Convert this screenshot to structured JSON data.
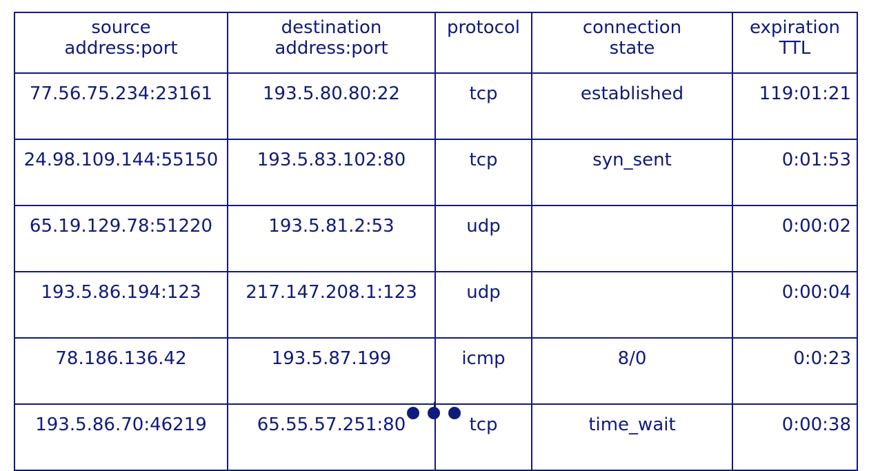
{
  "headers": [
    [
      "source",
      "address:port"
    ],
    [
      "destination",
      "address:port"
    ],
    [
      "protocol",
      ""
    ],
    [
      "connection",
      "state"
    ],
    [
      "expiration",
      "TTL"
    ]
  ],
  "rows": [
    [
      "77.56.75.234:23161",
      "193.5.80.80:22",
      "tcp",
      "established",
      "119:01:21"
    ],
    [
      "24.98.109.144:55150",
      "193.5.83.102:80",
      "tcp",
      "syn_sent",
      "0:01:53"
    ],
    [
      "65.19.129.78:51220",
      "193.5.81.2:53",
      "udp",
      "",
      "0:00:02"
    ],
    [
      "193.5.86.194:123",
      "217.147.208.1:123",
      "udp",
      "",
      "0:00:04"
    ],
    [
      "78.186.136.42",
      "193.5.87.199",
      "icmp",
      "8/0",
      "0:0:23"
    ],
    [
      "193.5.86.70:46219",
      "65.55.57.251:80",
      "tcp",
      "time_wait",
      "0:00:38"
    ]
  ],
  "colors": {
    "ink": "#101a7a",
    "background": "#ffffff"
  },
  "more_indicator": "ellipsis-dots"
}
